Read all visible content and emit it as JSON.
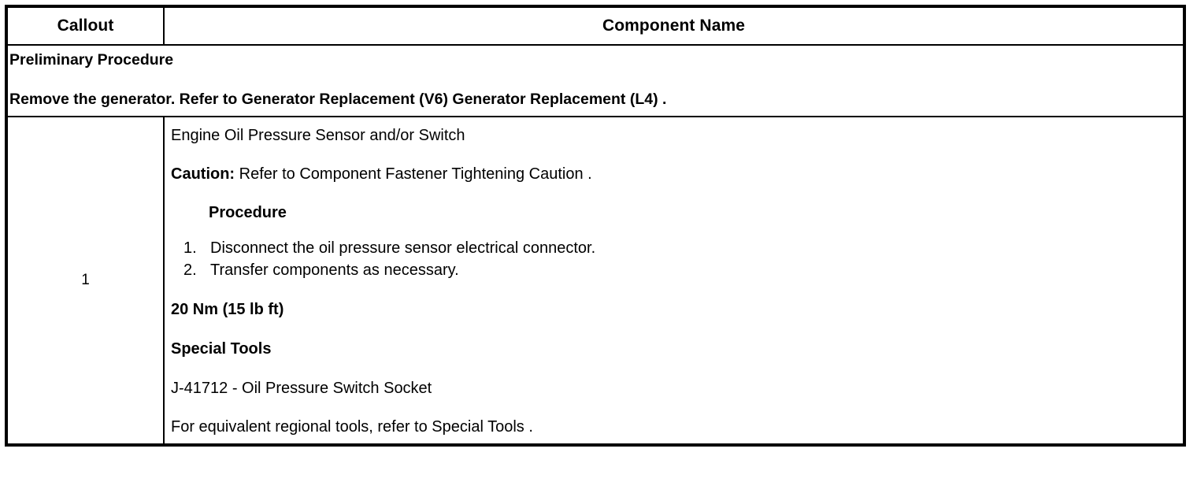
{
  "table": {
    "headers": {
      "callout": "Callout",
      "component_name": "Component Name"
    },
    "preliminary": {
      "title": "Preliminary Procedure",
      "text": "Remove the generator. Refer to Generator Replacement (V6) Generator Replacement (L4) ."
    },
    "rows": [
      {
        "callout": "1",
        "component_title": "Engine Oil Pressure Sensor and/or Switch",
        "caution_label": "Caution:",
        "caution_text": "Refer to Component Fastener Tightening Caution .",
        "procedure_heading": "Procedure",
        "steps": [
          {
            "num": "1.",
            "text": "Disconnect the oil pressure sensor electrical connector."
          },
          {
            "num": "2.",
            "text": "Transfer components as necessary."
          }
        ],
        "torque": "20 Nm (15 lb ft)",
        "special_tools_heading": "Special Tools",
        "special_tool": "J-41712 - Oil Pressure Switch Socket",
        "special_tools_note": "For equivalent regional tools, refer to Special Tools ."
      }
    ]
  }
}
